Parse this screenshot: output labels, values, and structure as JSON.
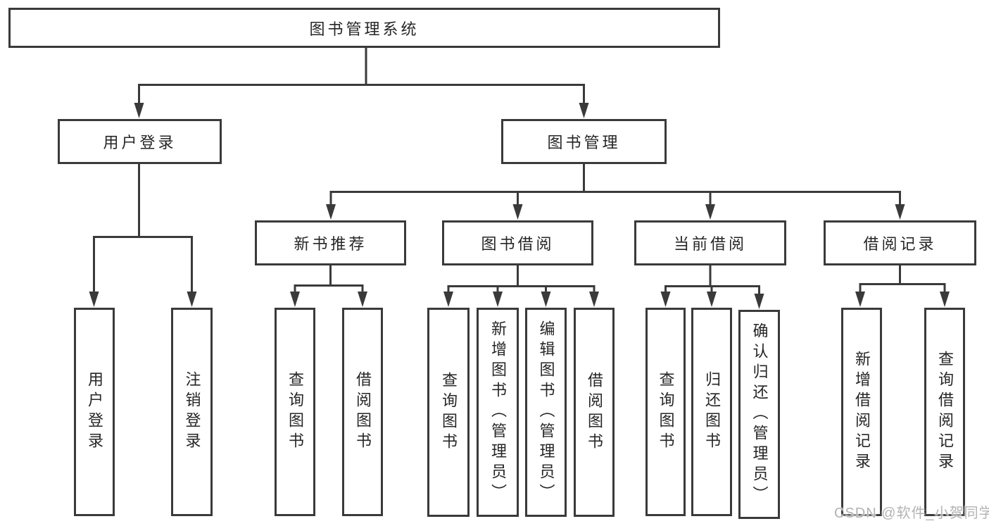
{
  "diagram_type": "tree",
  "colors": {
    "line": "#3a3a3a",
    "text": "#262626",
    "background": "#ffffff",
    "watermark": "#b3b3b3"
  },
  "watermark": "CSDN @软件_小贺同学",
  "tree": {
    "label": "图书管理系统",
    "children": [
      {
        "label": "用户登录",
        "children": [
          {
            "label": "用户登录"
          },
          {
            "label": "注销登录"
          }
        ]
      },
      {
        "label": "图书管理",
        "children": [
          {
            "label": "新书推荐",
            "children": [
              {
                "label": "查询图书"
              },
              {
                "label": "借阅图书"
              }
            ]
          },
          {
            "label": "图书借阅",
            "children": [
              {
                "label": "查询图书"
              },
              {
                "label": "新增图书（管理员）"
              },
              {
                "label": "编辑图书（管理员）"
              },
              {
                "label": "借阅图书"
              }
            ]
          },
          {
            "label": "当前借阅",
            "children": [
              {
                "label": "查询图书"
              },
              {
                "label": "归还图书"
              },
              {
                "label": "确认归还（管理员）"
              }
            ]
          },
          {
            "label": "借阅记录",
            "children": [
              {
                "label": "新增借阅记录"
              },
              {
                "label": "查询借阅记录"
              }
            ]
          }
        ]
      }
    ]
  }
}
